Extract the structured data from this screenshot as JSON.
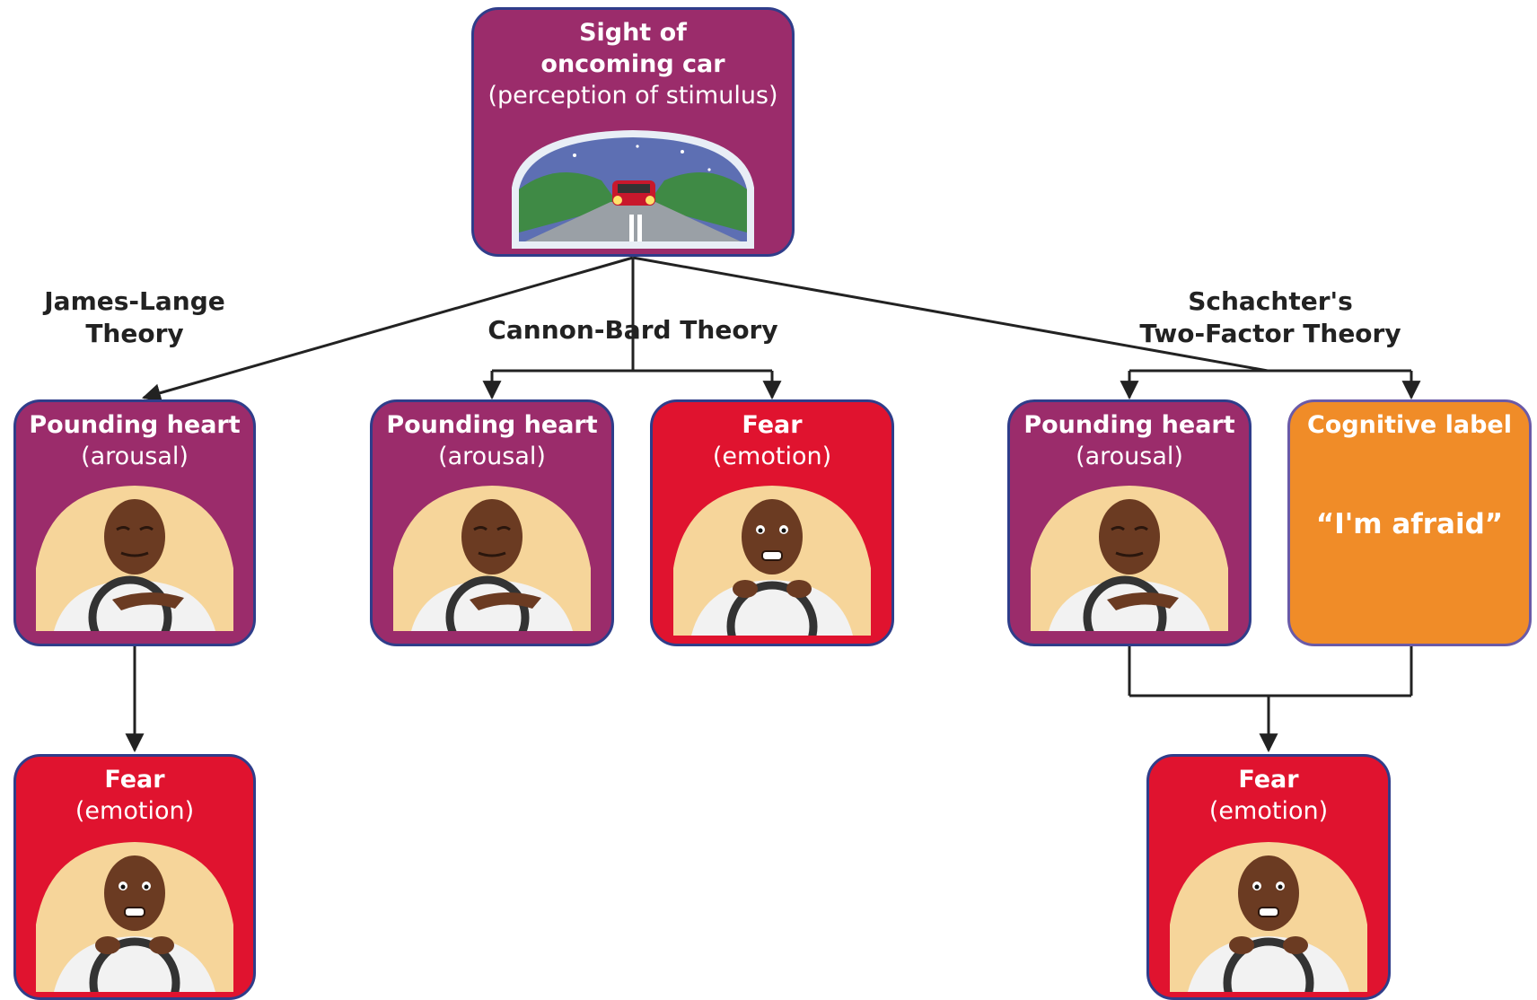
{
  "stimulus": {
    "title_lines": [
      "Sight of",
      "oncoming car",
      "(perception of stimulus)"
    ]
  },
  "theories": {
    "james_lange": [
      "James-Lange",
      "Theory"
    ],
    "cannon_bard": [
      "Cannon-Bard Theory"
    ],
    "schachter": [
      "Schachter's",
      "Two-Factor Theory"
    ]
  },
  "nodes": {
    "jl_arousal": {
      "line1": "Pounding heart",
      "line2": "(arousal)"
    },
    "jl_fear": {
      "line1": "Fear",
      "line2": "(emotion)"
    },
    "cb_arousal": {
      "line1": "Pounding heart",
      "line2": "(arousal)"
    },
    "cb_fear": {
      "line1": "Fear",
      "line2": "(emotion)"
    },
    "s_arousal": {
      "line1": "Pounding heart",
      "line2": "(arousal)"
    },
    "s_label": {
      "line1": "Cognitive label",
      "quote": "“I'm afraid”"
    },
    "s_fear": {
      "line1": "Fear",
      "line2": "(emotion)"
    }
  },
  "colors": {
    "arousal": "#9b2c6b",
    "emotion": "#e0132f",
    "cognition": "#f08c28",
    "border": "#2f3d8a",
    "connector": "#222222"
  },
  "icons": {
    "stimulus": "car-headlights-road-scene",
    "arousal": "driver-hand-on-chest",
    "fear": "frightened-driver-gripping-wheel"
  }
}
